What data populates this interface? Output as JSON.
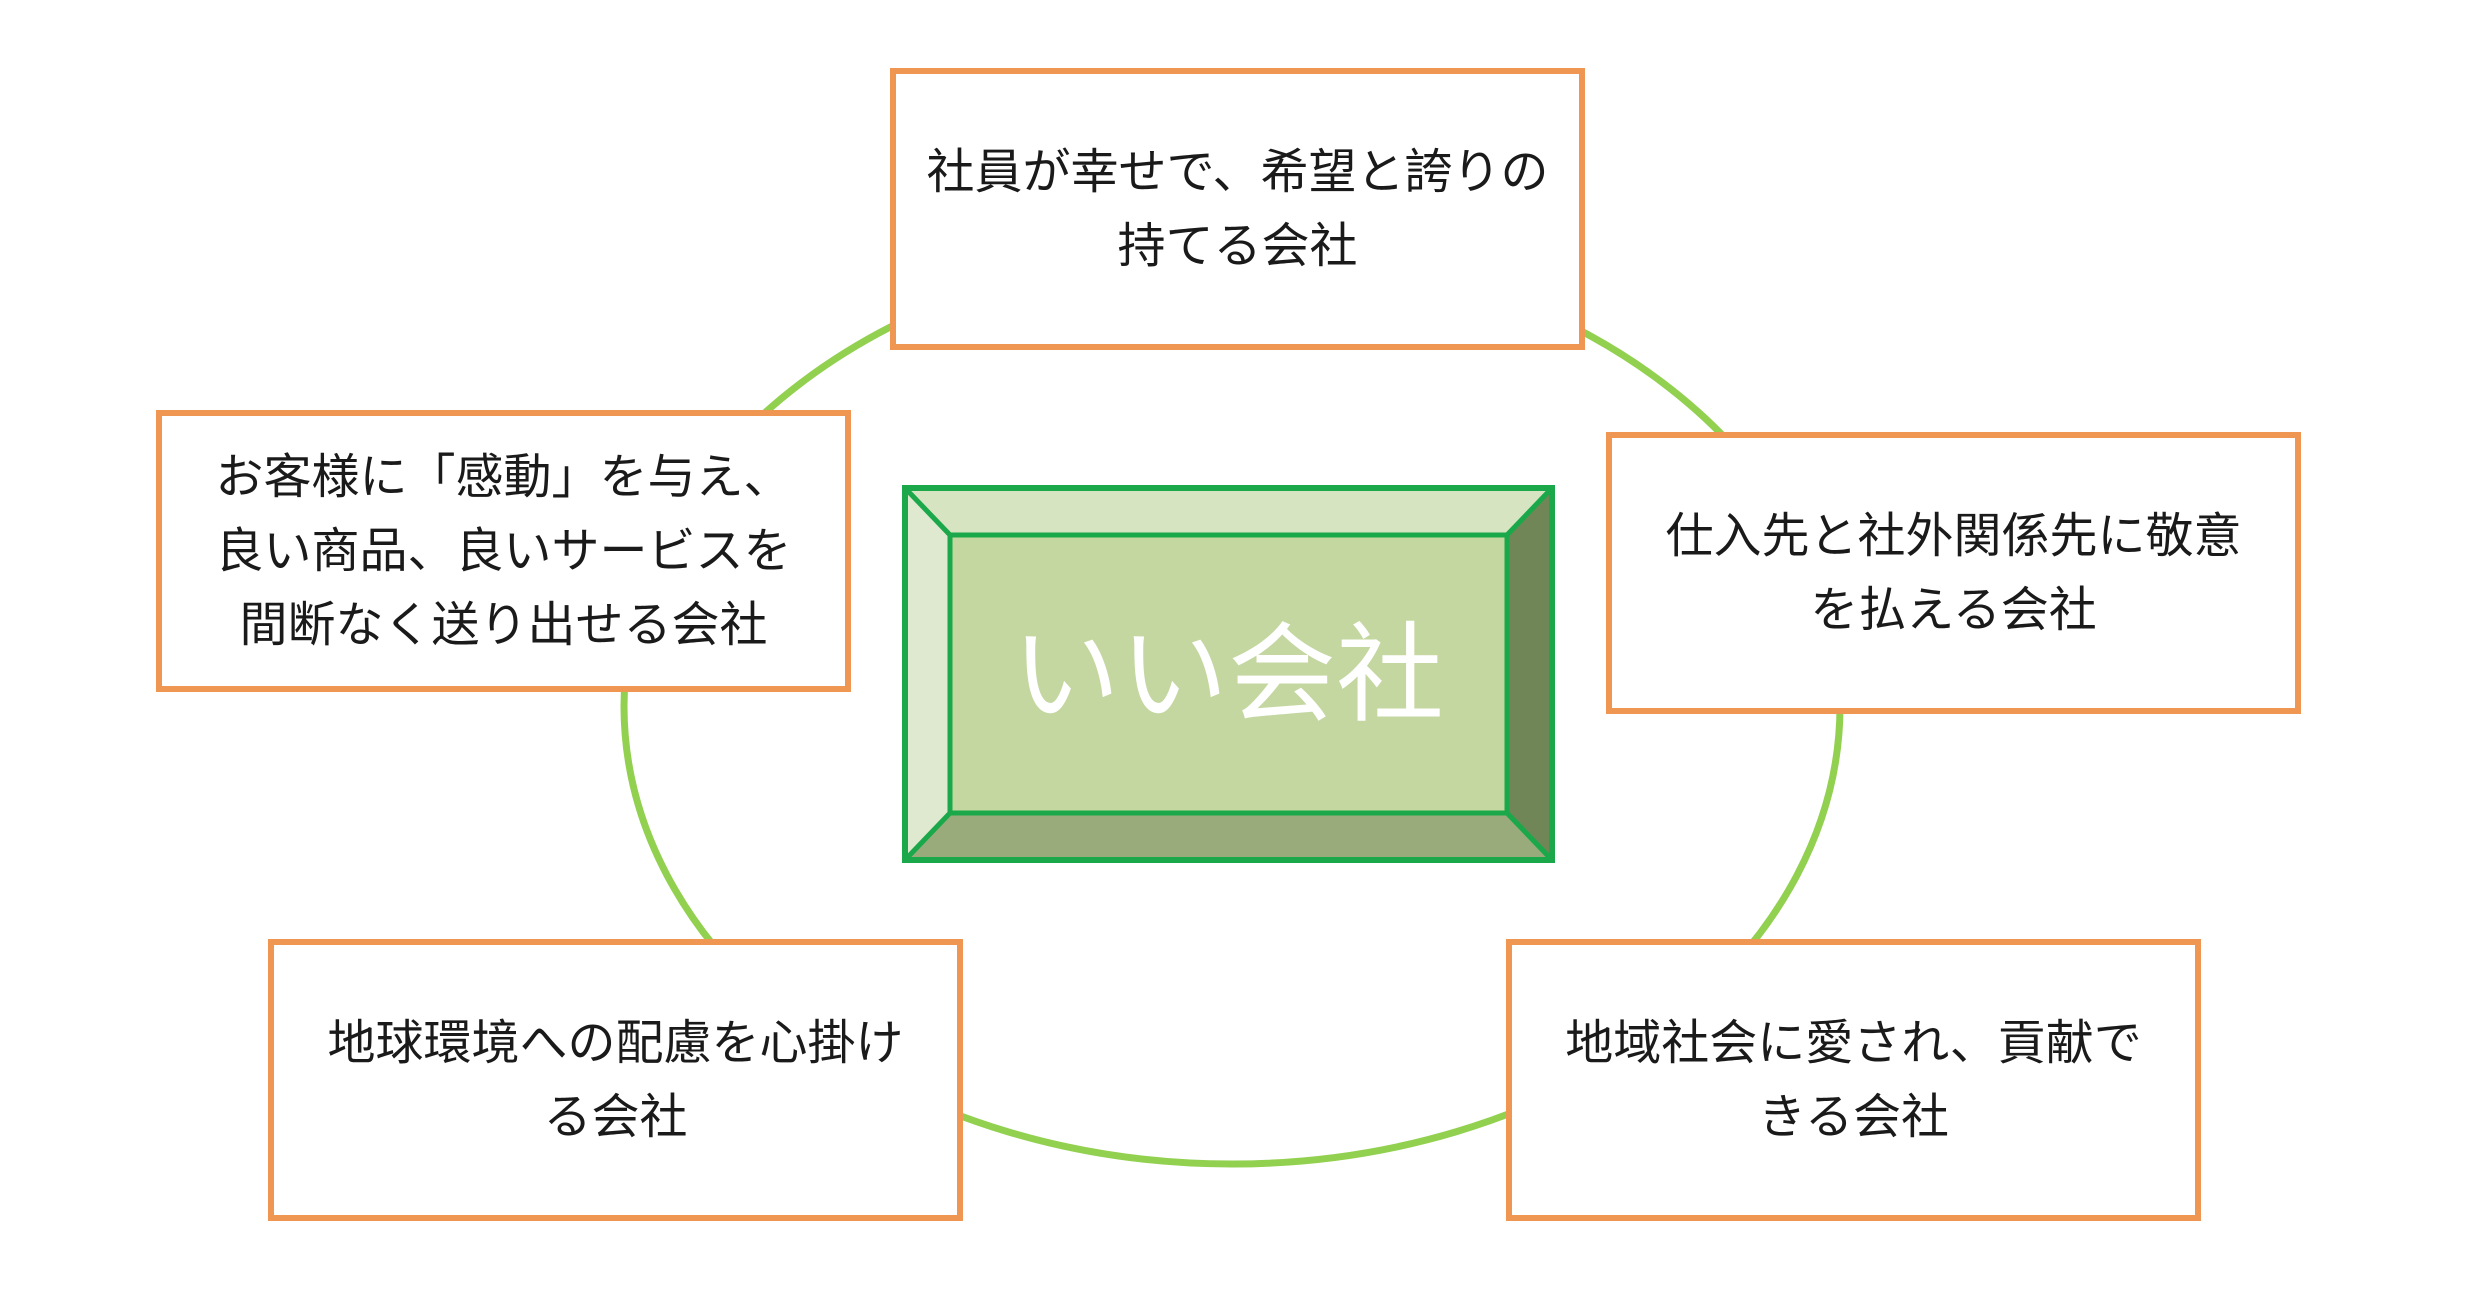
{
  "center": {
    "label": "いい会社"
  },
  "boxes": {
    "top": {
      "label": "社員が幸せで、希望と誇りの持てる会社"
    },
    "right": {
      "label": "仕入先と社外関係先に敬意を払える会社"
    },
    "left": {
      "label": "お客様に「感動」を与え、良い商品、良いサービスを間断なく送り出せる会社"
    },
    "bottom_left": {
      "label": "地球環境への配慮を心掛ける会社"
    },
    "bottom_right": {
      "label": "地域社会に愛され、貢献できる会社"
    }
  },
  "colors": {
    "ring": "#92d050",
    "box_border": "#ee9652",
    "center_face": "#c4d7a0",
    "center_border": "#1aa84a",
    "center_text": "#ffffff"
  }
}
